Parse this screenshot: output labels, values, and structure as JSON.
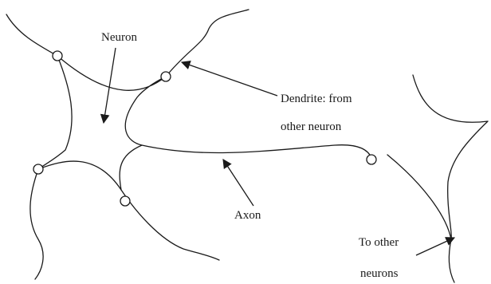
{
  "labels": {
    "neuron": "Neuron",
    "dendrite_line1": "Dendrite: from",
    "dendrite_line2": "other neuron",
    "axon": "Axon",
    "to_other_line1": "To other",
    "to_other_line2": "neurons"
  }
}
